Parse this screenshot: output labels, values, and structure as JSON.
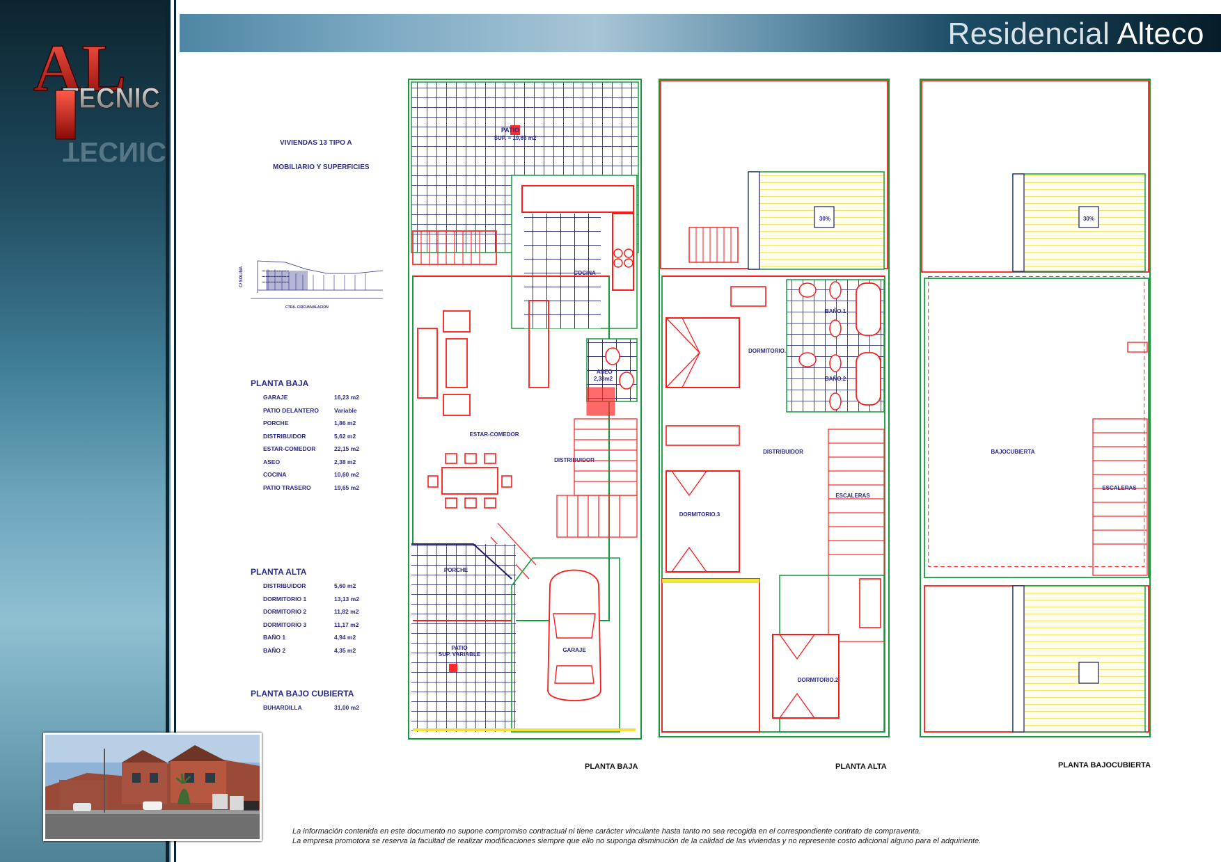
{
  "header": {
    "title_light": "Residencial",
    "title_bold": "Alteco"
  },
  "logo": {
    "letters_top": "AL",
    "letters_bottom": "TECNIC"
  },
  "colors": {
    "header_dark": "#071d29",
    "header_light": "#a8c5d6",
    "sidebar_dark": "#0c2430",
    "label_blue": "#2a2a8a",
    "wall_red": "#ff1a1a",
    "tile_navy": "#1a1a6a",
    "outline_green": "#139a3a",
    "deck_yellow": "#f2e23a",
    "stair_red": "#ff2a2a"
  },
  "info": {
    "title": "VIVIENDAS 13 TIPO A",
    "subtitle": "MOBILIARIO Y SUPERFICIES",
    "site_street_left": "C/ SOLINA",
    "site_street_bottom": "CTRA. CIRCUNVALACION"
  },
  "surfaces": {
    "planta_baja": {
      "title": "PLANTA BAJA",
      "rows": [
        {
          "name": "GARAJE",
          "value": "16,23 m2"
        },
        {
          "name": "PATIO DELANTERO",
          "value": "Variable"
        },
        {
          "name": "PORCHE",
          "value": "1,86 m2"
        },
        {
          "name": "DISTRIBUIDOR",
          "value": "5,62 m2"
        },
        {
          "name": "ESTAR-COMEDOR",
          "value": "22,15 m2"
        },
        {
          "name": "ASEO",
          "value": "2,38 m2"
        },
        {
          "name": "COCINA",
          "value": "10,60 m2"
        },
        {
          "name": "PATIO TRASERO",
          "value": "19,65 m2"
        }
      ]
    },
    "planta_alta": {
      "title": "PLANTA ALTA",
      "rows": [
        {
          "name": "DISTRIBUIDOR",
          "value": "5,60 m2"
        },
        {
          "name": "DORMITORIO 1",
          "value": "13,13 m2"
        },
        {
          "name": "DORMITORIO 2",
          "value": "11,82 m2"
        },
        {
          "name": "DORMITORIO 3",
          "value": "11,17 m2"
        },
        {
          "name": "BAÑO 1",
          "value": "4,94 m2"
        },
        {
          "name": "BAÑO 2",
          "value": "4,35 m2"
        }
      ]
    },
    "planta_bajo_cubierta": {
      "title": "PLANTA BAJO CUBIERTA",
      "rows": [
        {
          "name": "BUHARDILLA",
          "value": "31,00 m2"
        }
      ]
    }
  },
  "plans": {
    "baja": {
      "caption": "PLANTA BAJA",
      "labels": {
        "patio_top": "PATIO",
        "patio_top_sup": "SUP. = 19,65 m2",
        "cocina": "COCINA",
        "aseo": "ASEO",
        "aseo_area": "2,38m2",
        "estar": "ESTAR-COMEDOR",
        "distribuidor": "DISTRIBUIDOR",
        "porche": "PORCHE",
        "patio_bottom": "PATIO",
        "patio_bottom_sup": "SUP. VARIABLE",
        "garaje": "GARAJE"
      }
    },
    "alta": {
      "caption": "PLANTA ALTA",
      "labels": {
        "dormitorio1": "DORMITORIO.1",
        "bano1": "BAÑO.1",
        "bano2": "BAÑO.2",
        "distribuidor": "DISTRIBUIDOR",
        "escaleras": "ESCALERAS",
        "dormitorio3": "DORMITORIO.3",
        "dormitorio2": "DORMITORIO.2",
        "slope": "30%"
      }
    },
    "bajocubierta": {
      "caption": "PLANTA BAJOCUBIERTA",
      "labels": {
        "bajocubierta": "BAJOCUBIERTA",
        "escaleras": "ESCALERAS",
        "slope": "30%"
      }
    }
  },
  "disclaimer": {
    "line1": "La información contenida en este documento no supone compromiso contractual ni tiene carácter vinculante hasta tanto no sea recogida en el correspondiente contrato de compraventa.",
    "line2": "La empresa promotora se reserva la facultad de realizar modificaciones siempre que ello no suponga disminución de la calidad de las viviendas y no represente costo adicional alguno para el adquiriente."
  }
}
